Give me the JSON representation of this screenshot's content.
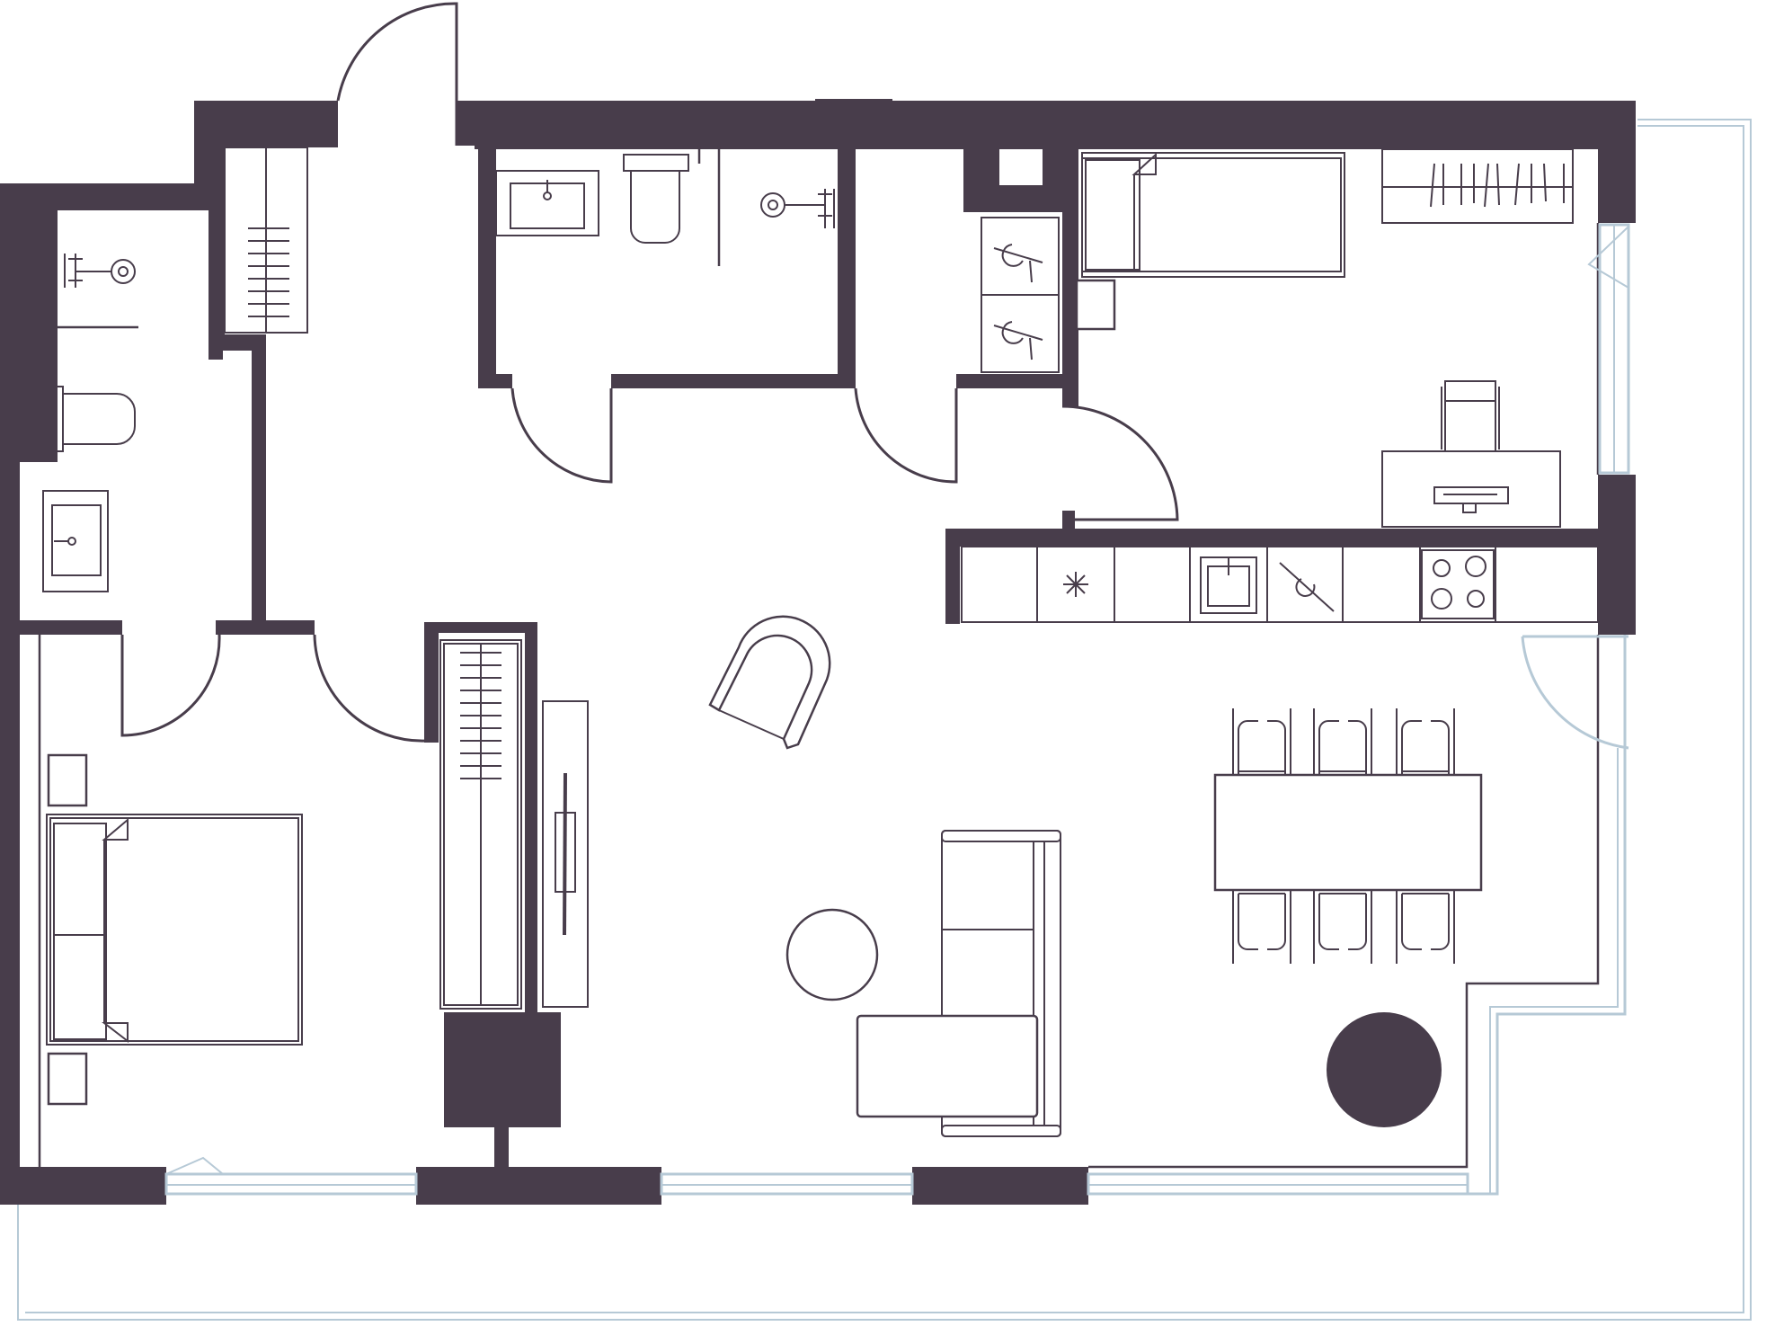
{
  "plan": {
    "type": "apartment-floor-plan",
    "rooms": [
      "bedroom-large",
      "bedroom-small",
      "bathroom-left",
      "bathroom-top",
      "shower-room",
      "utility",
      "hall",
      "living-kitchen"
    ],
    "colors": {
      "wall": "#483d4b",
      "glass": "#b6c9d6",
      "background": "#ffffff"
    },
    "icons": [
      "bed-icon",
      "toilet-icon",
      "sink-icon",
      "shower-icon",
      "wardrobe-icon",
      "washing-machine-icon",
      "armchair-icon",
      "sofa-icon",
      "dining-table-icon",
      "chair-icon",
      "stove-icon",
      "desk-icon"
    ]
  }
}
